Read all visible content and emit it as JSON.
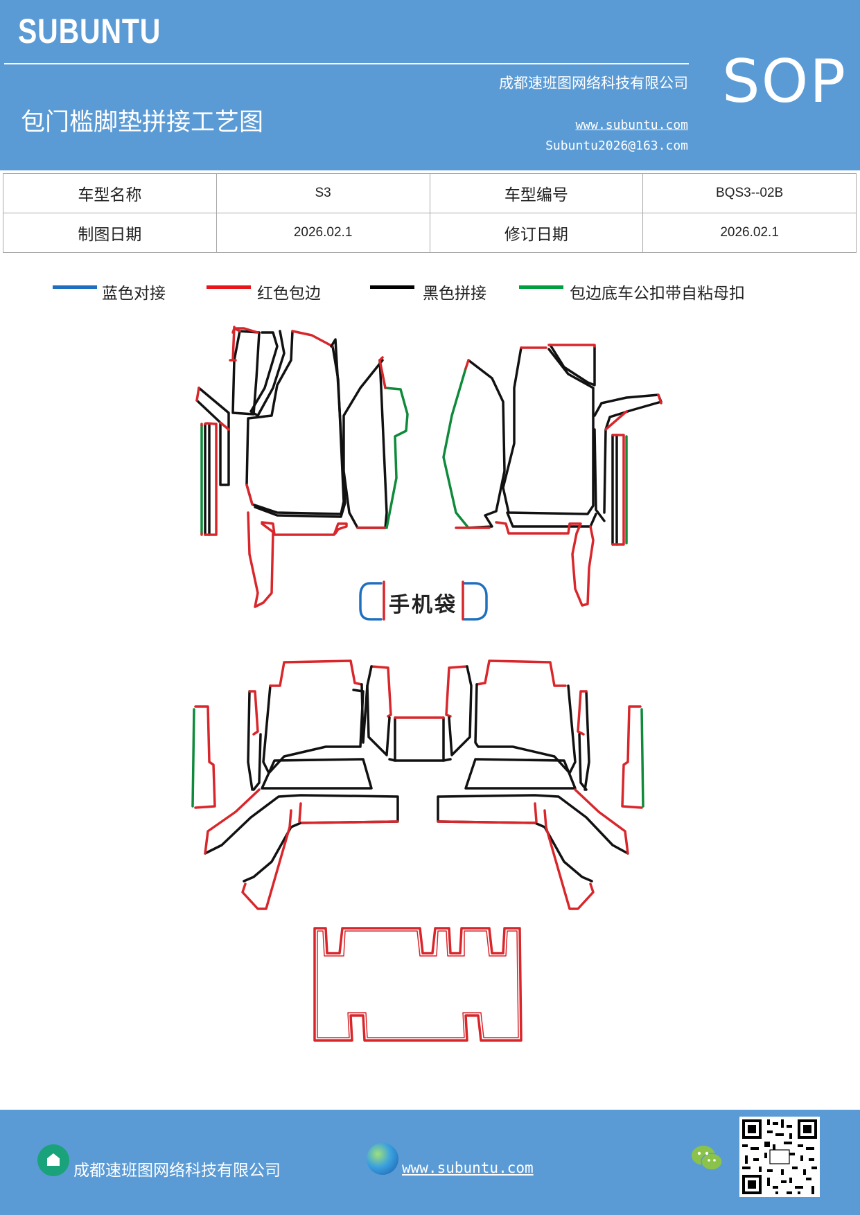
{
  "header": {
    "brand": "SUBUNTU",
    "company": "成都速班图网络科技有限公司",
    "title": "包门槛脚垫拼接工艺图",
    "website": "www.subuntu.com",
    "email": "Subuntu2026@163.com",
    "doc_type": "SOP"
  },
  "info_table": {
    "model_name_label": "车型名称",
    "model_name_value": "S3",
    "model_code_label": "车型编号",
    "model_code_value": "BQS3--02B",
    "draw_date_label": "制图日期",
    "draw_date_value": "2026.02.1",
    "revise_date_label": "修订日期",
    "revise_date_value": "2026.02.1"
  },
  "legend": [
    {
      "label": "蓝色对接",
      "color": "#1f6fbf"
    },
    {
      "label": "红色包边",
      "color": "#e8161b"
    },
    {
      "label": "黑色拼接",
      "color": "#000000"
    },
    {
      "label": "包边底车公扣带自粘母扣",
      "color": "#00a040"
    }
  ],
  "diagram": {
    "phone_pocket_label": "手机袋",
    "colors": {
      "blue": "#1f6fbf",
      "red": "#d9262b",
      "black": "#111111",
      "green": "#0e8a3a"
    }
  },
  "footer": {
    "company": "成都速班图网络科技有限公司",
    "website": "www.subuntu.com",
    "icons": [
      "home-icon",
      "globe-icon",
      "wechat-icon",
      "qr-code"
    ]
  }
}
